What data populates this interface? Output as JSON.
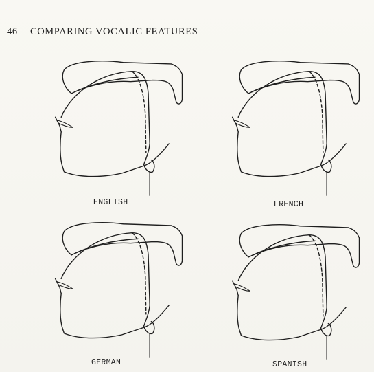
{
  "header": {
    "page_number": "46",
    "title": "COMPARING VOCALIC FEATURES"
  },
  "figures": [
    {
      "caption": "ENGLISH"
    },
    {
      "caption": "FRENCH"
    },
    {
      "caption": "GERMAN"
    },
    {
      "caption": "SPANISH"
    }
  ],
  "colors": {
    "ink": "#1e1e1e",
    "paper": "#f7f6f1"
  }
}
